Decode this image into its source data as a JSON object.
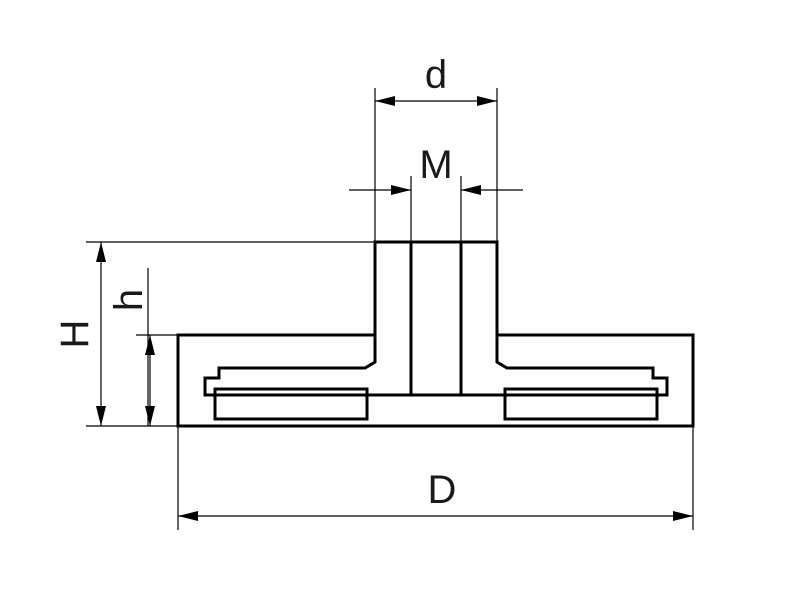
{
  "diagram": {
    "labels": {
      "d": "d",
      "M": "M",
      "H": "H",
      "h": "h",
      "D": "D"
    },
    "colors": {
      "line": "#000000",
      "background": "#ffffff"
    }
  }
}
